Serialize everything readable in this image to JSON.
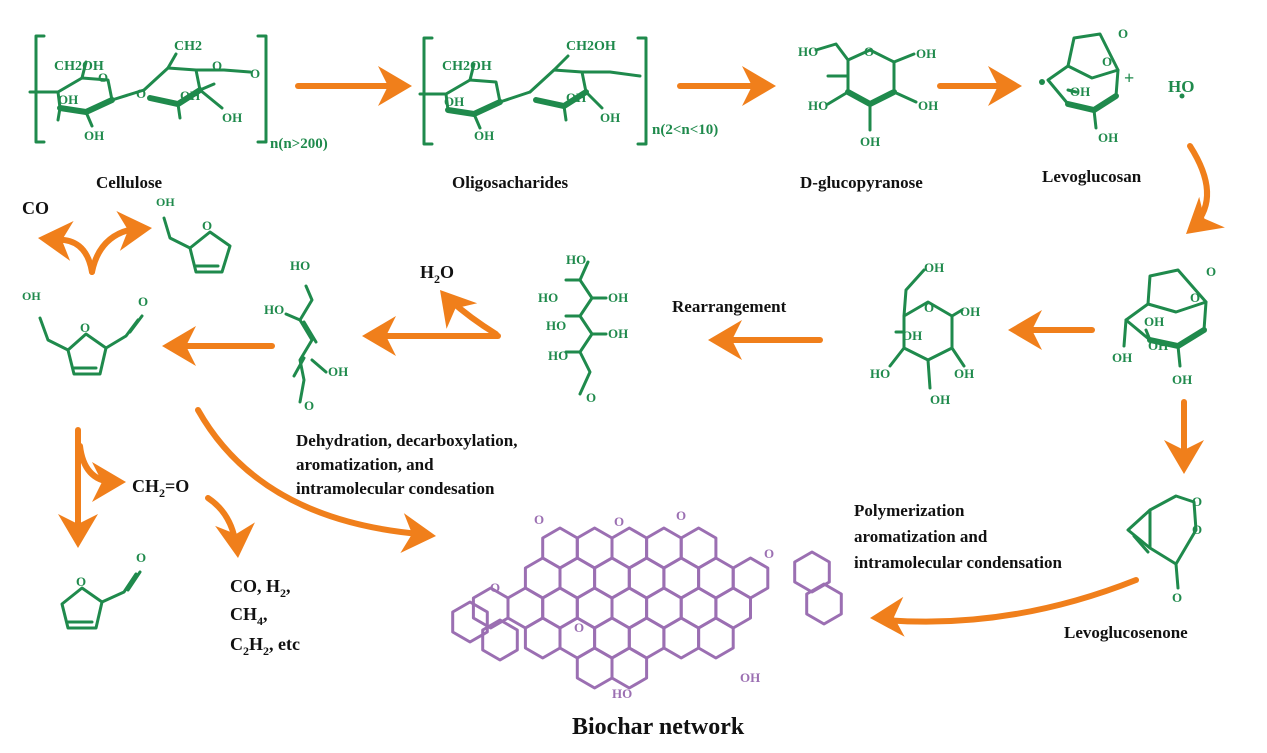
{
  "colors": {
    "molecule": "#1f8a4c",
    "biochar": "#9b6fb2",
    "arrow": "#f07f1b",
    "text": "#111111"
  },
  "compounds": {
    "cellulose": "Cellulose",
    "oligosaccharides": "Oligosacharides",
    "d_glucopyranose": "D-glucopyranose",
    "levoglucosan": "Levoglucosan",
    "levoglucosenone": "Levoglucosenone",
    "biochar": "Biochar network"
  },
  "subscripts": {
    "cellulose_n": "n(n>200)",
    "oligo_n": "n(2<n<10)"
  },
  "processes": {
    "rearrangement": "Rearrangement",
    "dehydration_lines": [
      "Dehydration, decarboxylation,",
      "aromatization, and",
      "intramolecular condesation"
    ],
    "polymerization_lines": [
      "Polymerization",
      "aromatization and",
      "intramolecular condensation"
    ]
  },
  "products": {
    "co": "CO",
    "h2o": {
      "main": "H",
      "sub": "2",
      "tail": "O"
    },
    "ch2o": {
      "main": "CH",
      "sub": "2",
      "tail": "=O"
    },
    "gases": [
      {
        "main": "CO, H",
        "sub": "2",
        "tail": ","
      },
      {
        "main": "CH",
        "sub": "4",
        "tail": ","
      },
      {
        "main": "C",
        "sub": "2",
        "mid": "H",
        "sub2": "2",
        "tail": ", etc"
      }
    ]
  },
  "atoms": {
    "oh": "OH",
    "ho": "HO",
    "o": "O",
    "ch2oh": "CH2OH",
    "ch2": "CH2",
    "radical_ho": "HO",
    "plus": "+"
  }
}
